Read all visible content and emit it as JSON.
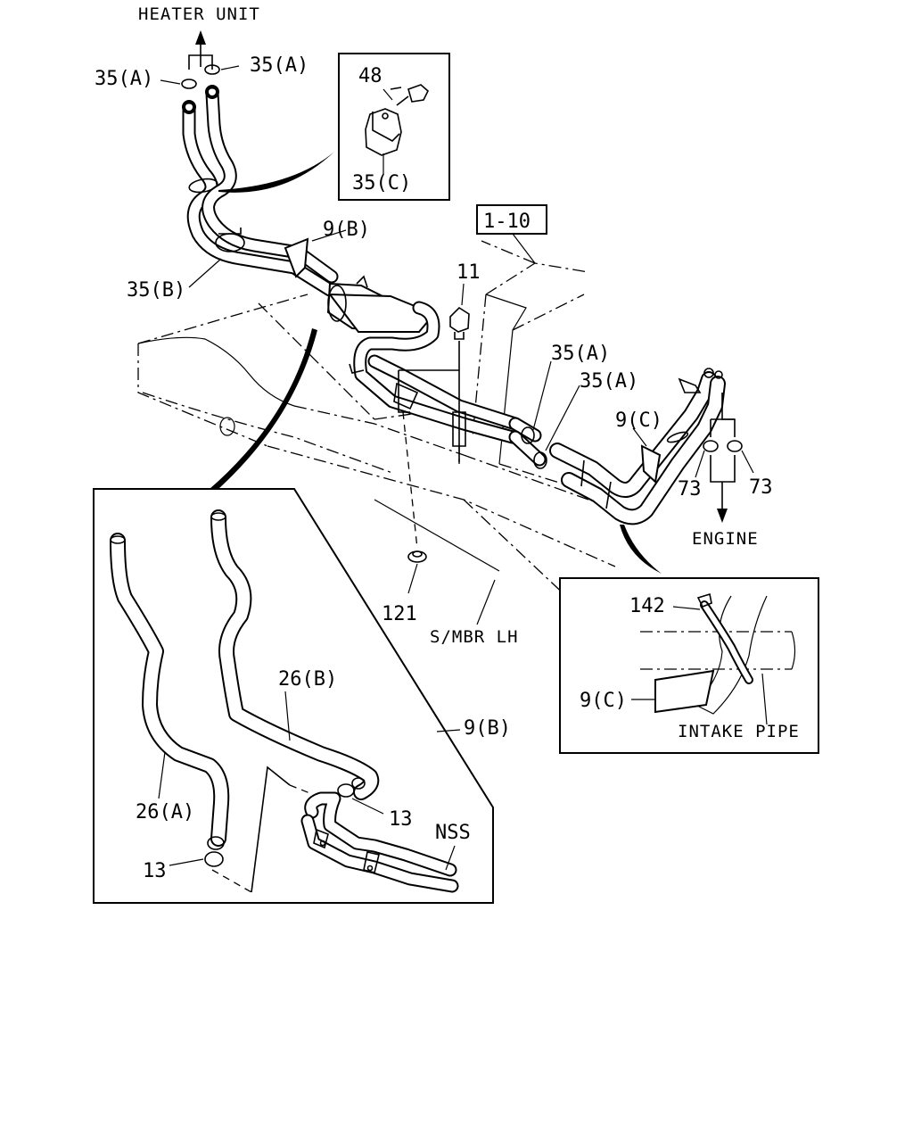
{
  "labels": {
    "heater_unit": "HEATER UNIT",
    "clamp_35a_top_left": "35(A)",
    "clamp_35a_top_right": "35(A)",
    "bolt_48": "48",
    "bracket_35c": "35(C)",
    "ref_1_10": "1-10",
    "hose_9b_top": "9(B)",
    "clamp_35b": "35(B)",
    "bolt_11": "11",
    "clamp_35a_mid_1": "35(A)",
    "clamp_35a_mid_2": "35(A)",
    "hose_9c_top": "9(C)",
    "clamp_73_left": "73",
    "clamp_73_right": "73",
    "engine": "ENGINE",
    "nut_121": "121",
    "smbr_lh": "S/MBR LH",
    "hose_142": "142",
    "hose_9c_detail": "9(C)",
    "intake_pipe": "INTAKE PIPE",
    "hose_26b": "26(B)",
    "hose_9b_detail": "9(B)",
    "hose_26a": "26(A)",
    "clamp_13_right": "13",
    "nss": "NSS",
    "clamp_13_left": "13"
  }
}
